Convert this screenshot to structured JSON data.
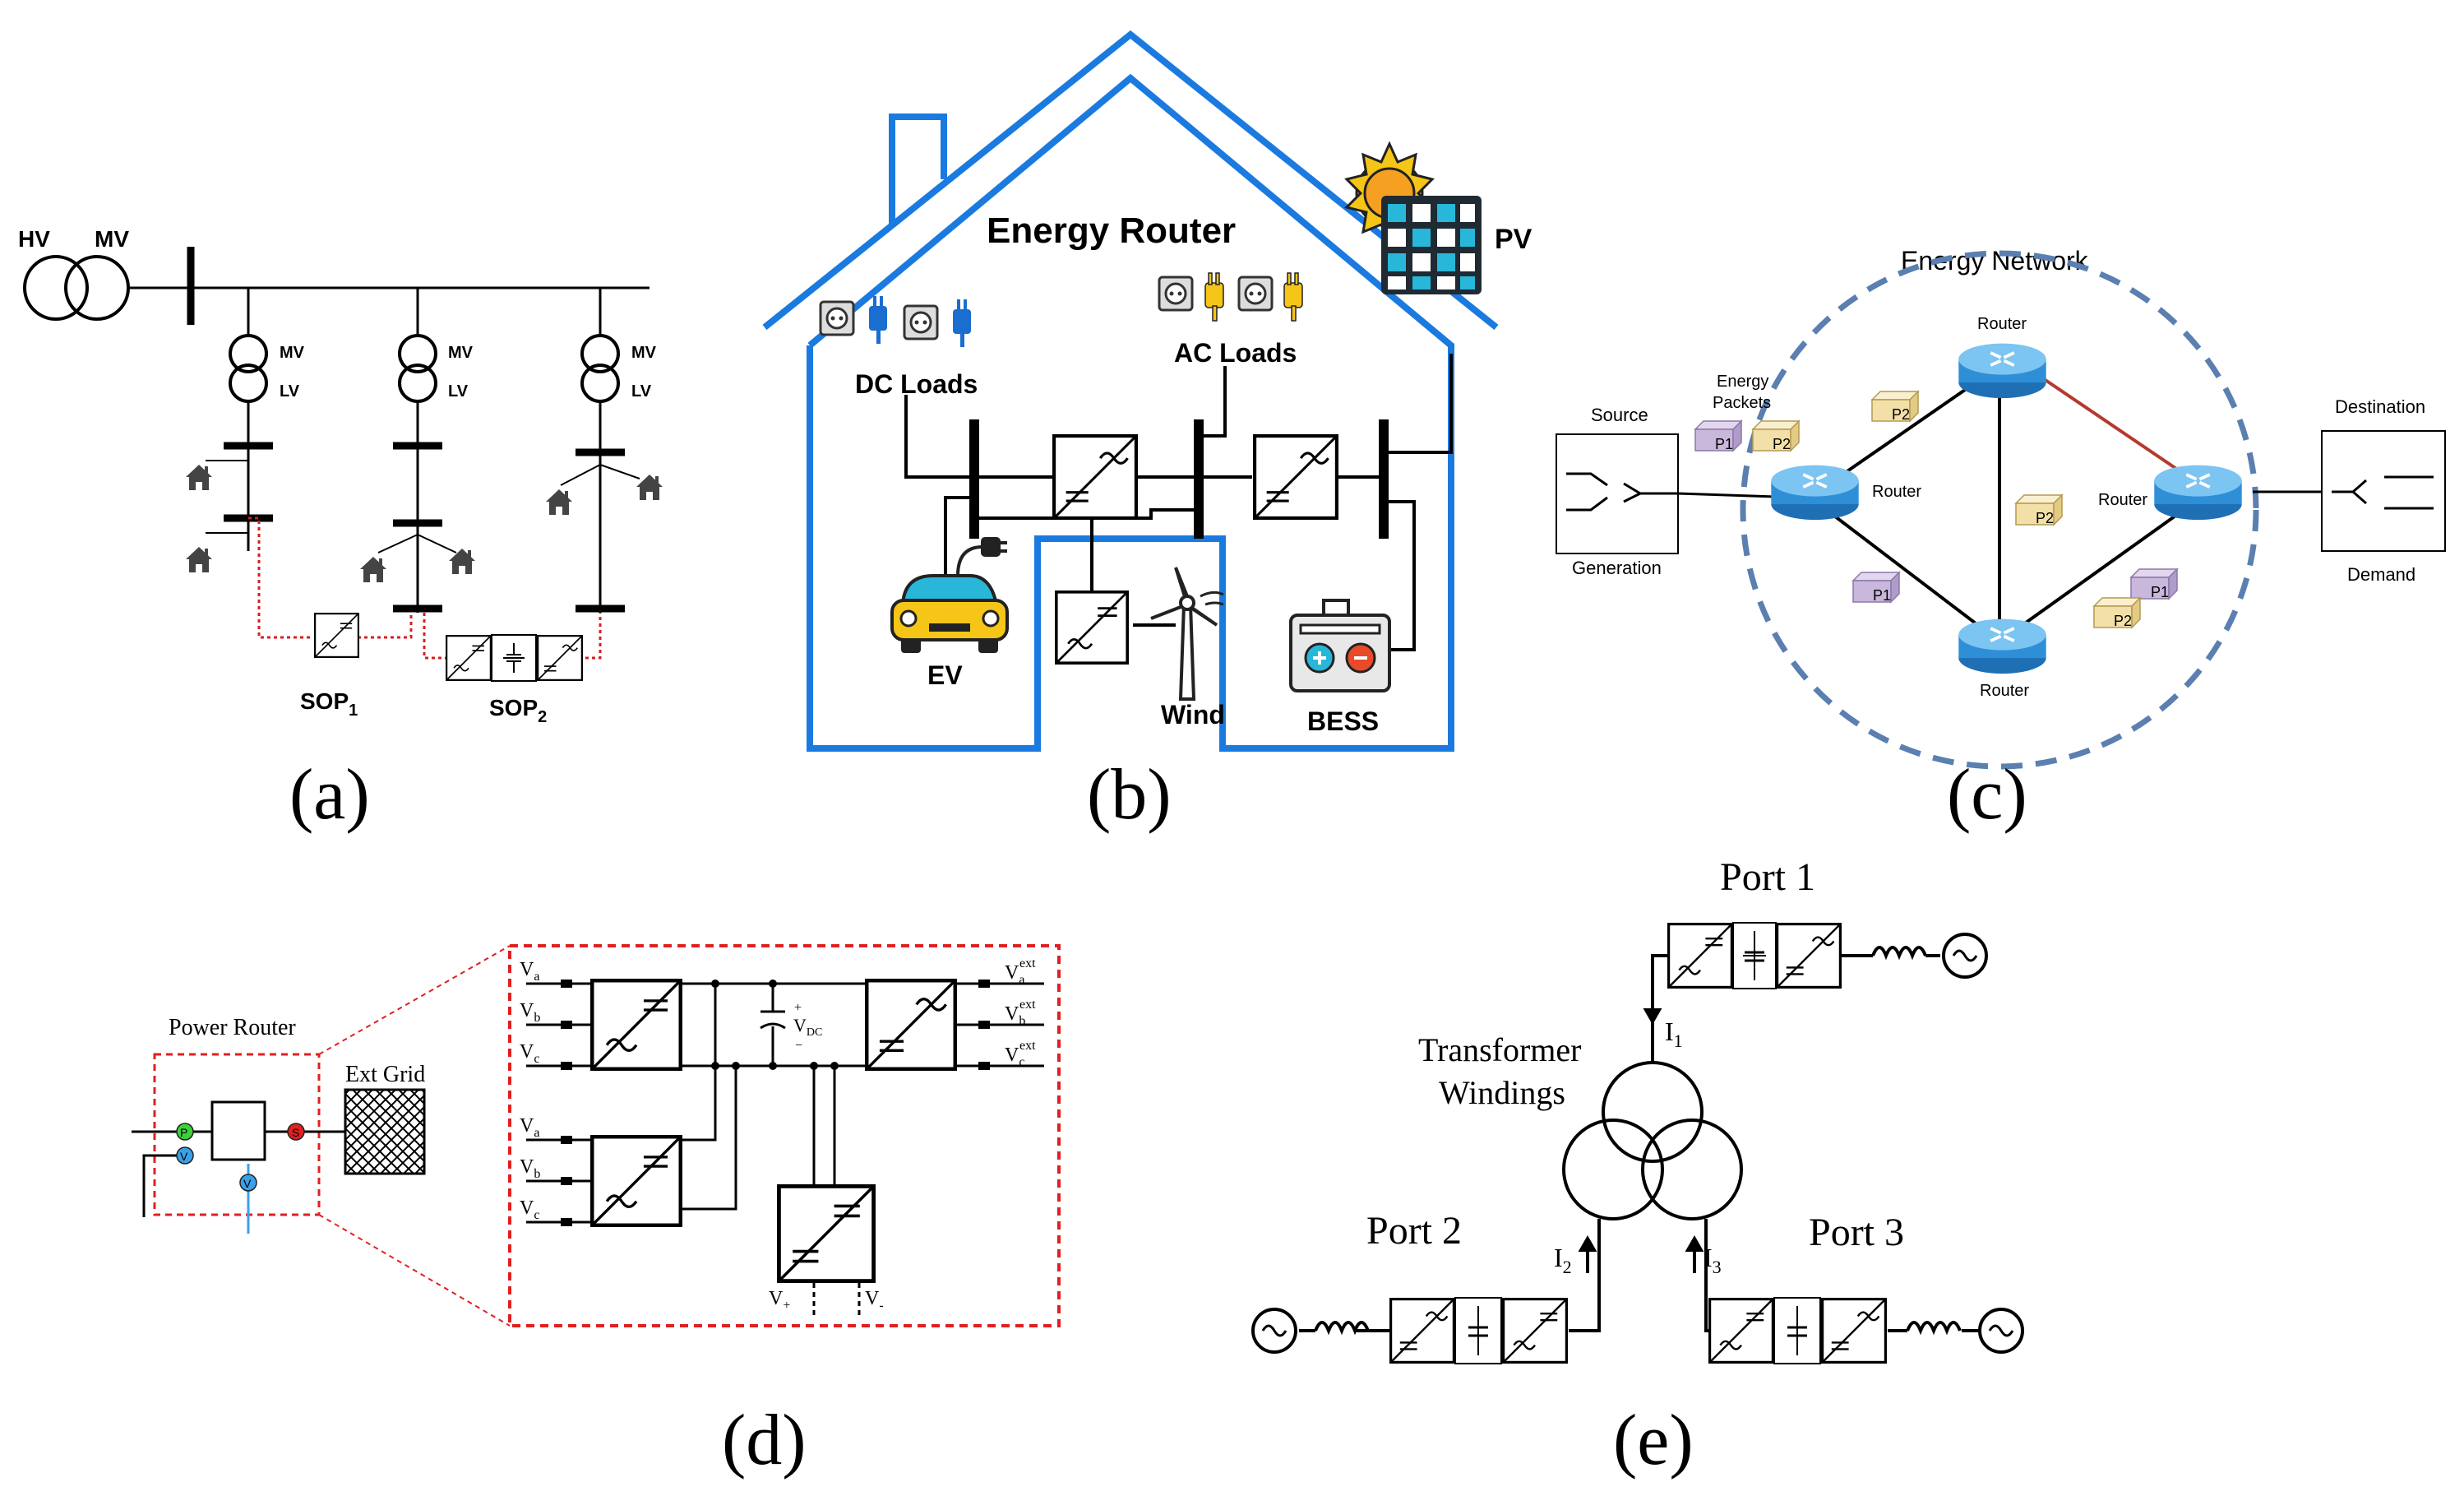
{
  "panel_a": {
    "caption": "(a)",
    "hv": "HV",
    "mv": "MV",
    "tx": [
      {
        "mv": "MV",
        "lv": "LV"
      },
      {
        "mv": "MV",
        "lv": "LV"
      },
      {
        "mv": "MV",
        "lv": "LV"
      }
    ],
    "sop1": "SOP",
    "sop1_sub": "1",
    "sop2": "SOP",
    "sop2_sub": "2"
  },
  "panel_b": {
    "caption": "(b)",
    "title": "Energy Router",
    "dc_loads": "DC Loads",
    "ac_loads": "AC Loads",
    "pv": "PV",
    "ev": "EV",
    "wind": "Wind",
    "bess": "BESS",
    "colors": {
      "house": "#1a7ae0",
      "car": "#f5c518",
      "panel": "#28b6d9",
      "sun": "#f5a020"
    }
  },
  "panel_c": {
    "caption": "(c)",
    "title": "Energy Network",
    "source": "Source",
    "generation": "Generation",
    "destination": "Destination",
    "demand": "Demand",
    "energy_packets": [
      "Energy",
      "Packets"
    ],
    "router": "Router",
    "p1": "P1",
    "p2": "P2",
    "colors": {
      "circle": "#5b7fb0",
      "router": "#2f8fd6",
      "p1": "#c9b7dc",
      "p2": "#f2e0a8",
      "red_link": "#b53a2e"
    }
  },
  "panel_d": {
    "caption": "(d)",
    "power_router": "Power Router",
    "ext_grid": "Ext Grid",
    "p": "P",
    "v": "V",
    "s": "S",
    "va": "a",
    "vb": "b",
    "vc": "c",
    "v_letter": "V",
    "ext": "ext",
    "vdc": "DC",
    "plus": "+",
    "minus": "−",
    "v_plus": "+",
    "v_minus": "-",
    "colors": {
      "dash": "#e02020",
      "p": "#3bd13b",
      "v": "#3aa0e8",
      "s": "#e02020"
    }
  },
  "panel_e": {
    "caption": "(e)",
    "port1": "Port 1",
    "port2": "Port 2",
    "port3": "Port 3",
    "windings": [
      "Transformer",
      "Windings"
    ],
    "i_letter": "I",
    "i1": "1",
    "i2": "2",
    "i3": "3"
  }
}
